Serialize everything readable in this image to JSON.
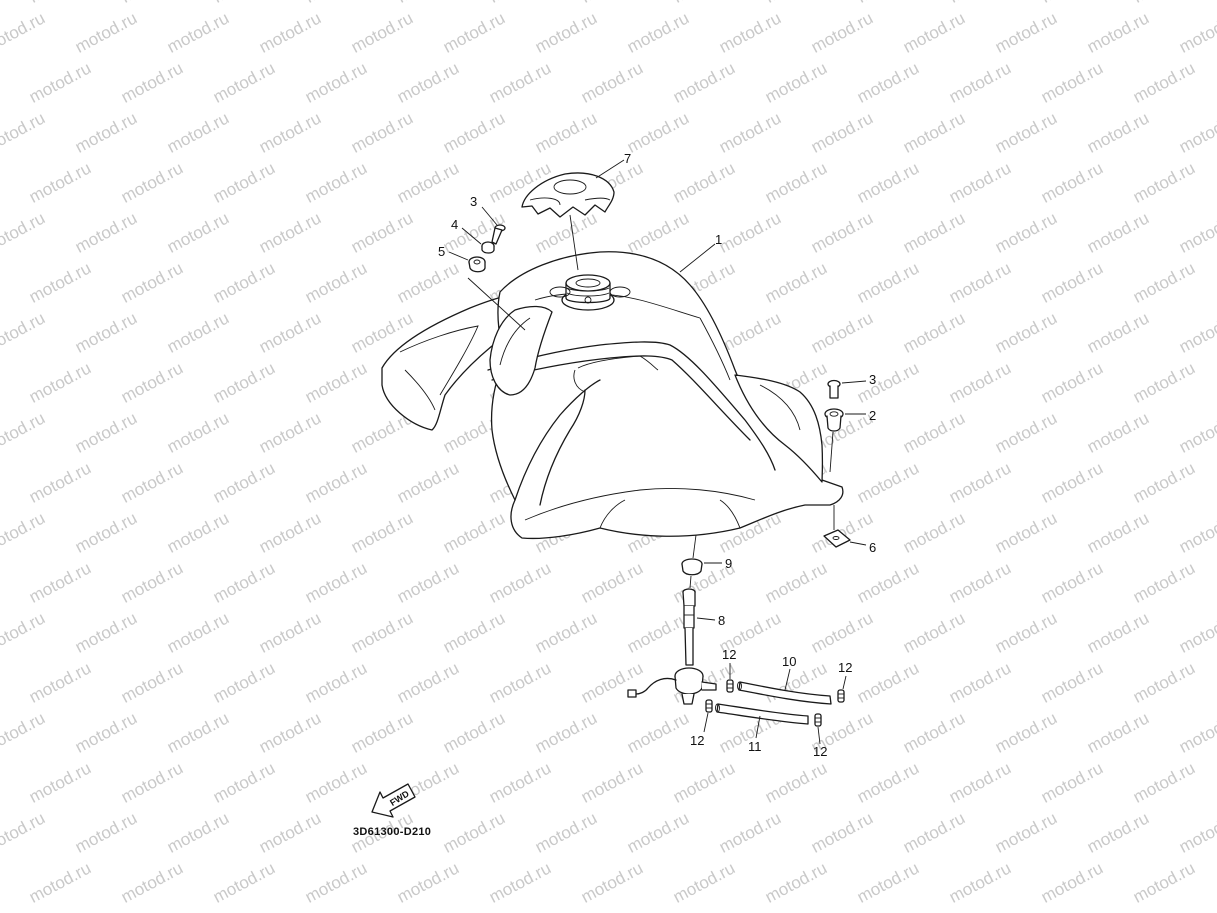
{
  "watermark": {
    "text": "motod.ru",
    "color": "#c9c9c9"
  },
  "diagram": {
    "part_code": "3D61300-D210",
    "fwd_label": "FWD",
    "callouts": [
      {
        "id": "c1",
        "label": "1"
      },
      {
        "id": "c2",
        "label": "2"
      },
      {
        "id": "c3a",
        "label": "3"
      },
      {
        "id": "c3b",
        "label": "3"
      },
      {
        "id": "c4",
        "label": "4"
      },
      {
        "id": "c5",
        "label": "5"
      },
      {
        "id": "c6",
        "label": "6"
      },
      {
        "id": "c7",
        "label": "7"
      },
      {
        "id": "c8",
        "label": "8"
      },
      {
        "id": "c9",
        "label": "9"
      },
      {
        "id": "c10",
        "label": "10"
      },
      {
        "id": "c11",
        "label": "11"
      },
      {
        "id": "c12a",
        "label": "12"
      },
      {
        "id": "c12b",
        "label": "12"
      },
      {
        "id": "c12c",
        "label": "12"
      },
      {
        "id": "c12d",
        "label": "12"
      }
    ]
  }
}
